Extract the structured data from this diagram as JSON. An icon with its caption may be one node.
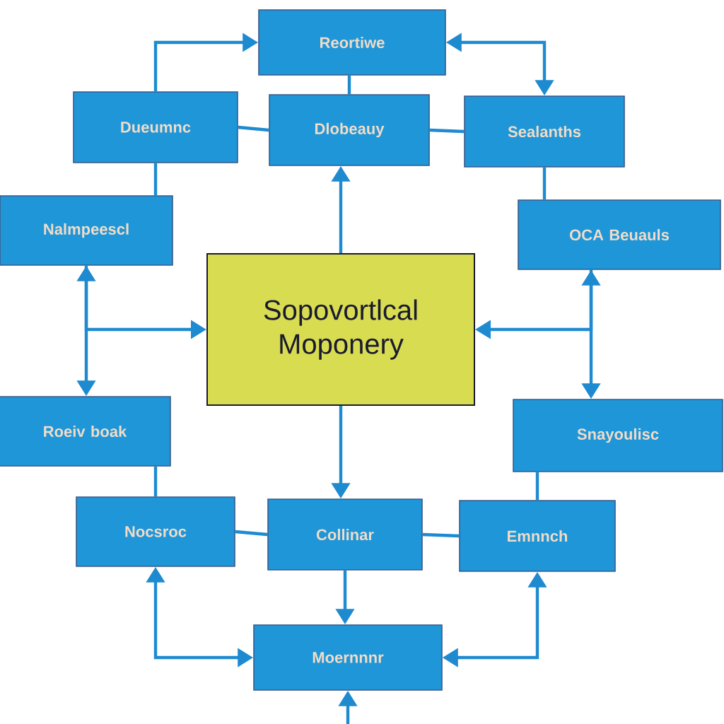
{
  "diagram": {
    "nodes": [
      {
        "text": [
          "Reortiwe"
        ]
      },
      {
        "text": [
          "Dueumnc"
        ]
      },
      {
        "text": [
          "Dlobeauy"
        ]
      },
      {
        "text": [
          "Sealanths"
        ]
      },
      {
        "text": [
          "Nalmpeescl"
        ]
      },
      {
        "text": [
          "OCA Beuauls"
        ]
      },
      {
        "text": [
          "Sopovortlcal Moponery"
        ]
      },
      {
        "text": [
          "Roeiv boak"
        ]
      },
      {
        "text": [
          "Snayoulisc"
        ]
      },
      {
        "text": [
          "Nocsroc"
        ]
      },
      {
        "text": [
          "Collinar"
        ]
      },
      {
        "text": [
          "Emnnch"
        ]
      },
      {
        "text": [
          "Moernnnr"
        ]
      }
    ],
    "edges": [
      {
        "from": 1,
        "to": 0,
        "arrow": "to"
      },
      {
        "from": 3,
        "to": 0,
        "arrow": "both"
      },
      {
        "from": 2,
        "to": 0,
        "arrow": "none"
      },
      {
        "from": 1,
        "to": 2,
        "arrow": "none"
      },
      {
        "from": 2,
        "to": 3,
        "arrow": "none"
      },
      {
        "from": 1,
        "to": 4,
        "arrow": "none"
      },
      {
        "from": 3,
        "to": 5,
        "arrow": "none"
      },
      {
        "from": 6,
        "to": 2,
        "arrow": "to"
      },
      {
        "from": 4,
        "to": 7,
        "arrow": "both"
      },
      {
        "from": 4,
        "to": 6,
        "arrow": "to"
      },
      {
        "from": 5,
        "to": 8,
        "arrow": "both"
      },
      {
        "from": 5,
        "to": 6,
        "arrow": "to"
      },
      {
        "from": 6,
        "to": 10,
        "arrow": "to"
      },
      {
        "from": 7,
        "to": 9,
        "arrow": "none"
      },
      {
        "from": 8,
        "to": 11,
        "arrow": "none"
      },
      {
        "from": 9,
        "to": 10,
        "arrow": "none"
      },
      {
        "from": 10,
        "to": 11,
        "arrow": "none"
      },
      {
        "from": 10,
        "to": 12,
        "arrow": "to"
      },
      {
        "from": 9,
        "to": 12,
        "arrow": "both"
      },
      {
        "from": 11,
        "to": 12,
        "arrow": "both"
      },
      {
        "from": null,
        "to": 12,
        "arrow": "to"
      }
    ]
  }
}
